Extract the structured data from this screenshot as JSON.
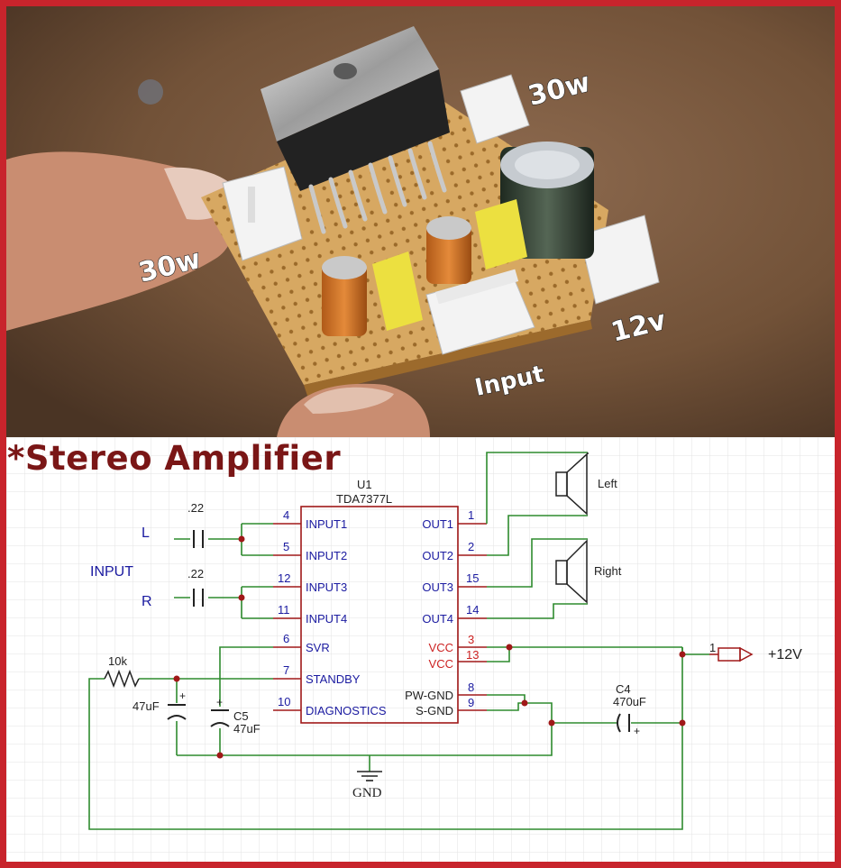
{
  "heading": "*Stereo Amplifier",
  "photo_labels": {
    "top_right": "30w",
    "left": "30w",
    "right": "12v",
    "bottom": "Input"
  },
  "schematic": {
    "designator": "U1",
    "part_number": "TDA7377L",
    "left_pins": [
      {
        "num": "4",
        "name": "INPUT1"
      },
      {
        "num": "5",
        "name": "INPUT2"
      },
      {
        "num": "12",
        "name": "INPUT3"
      },
      {
        "num": "11",
        "name": "INPUT4"
      },
      {
        "num": "6",
        "name": "SVR"
      },
      {
        "num": "7",
        "name": "STANDBY"
      },
      {
        "num": "10",
        "name": "DIAGNOSTICS"
      }
    ],
    "right_pins": [
      {
        "num": "1",
        "name": "OUT1"
      },
      {
        "num": "2",
        "name": "OUT2"
      },
      {
        "num": "15",
        "name": "OUT3"
      },
      {
        "num": "14",
        "name": "OUT4"
      },
      {
        "num": "3",
        "name": "VCC"
      },
      {
        "num": "13",
        "name": "VCC"
      },
      {
        "num": "8",
        "name": "PW-GND"
      },
      {
        "num": "9",
        "name": "S-GND"
      }
    ],
    "input_label": "INPUT",
    "channel_L": "L",
    "channel_R": "R",
    "cap_L_value": ".22",
    "cap_R_value": ".22",
    "resistor_value": "10k",
    "cap1_value": "47uF",
    "c5_name": "C5",
    "c5_value": "47uF",
    "c4_name": "C4",
    "c4_value": "470uF",
    "speaker_left": "Left",
    "speaker_right": "Right",
    "gnd_label": "GND",
    "power_pin": "1",
    "power_label": "+12V"
  },
  "colors": {
    "wire": "#2e8b2e",
    "body": "#a01818",
    "pin_number": "#1a1aa0",
    "vcc_text": "#cc2222",
    "junction": "#a01818",
    "frame": "#c8242c",
    "heading": "#7a1616"
  }
}
